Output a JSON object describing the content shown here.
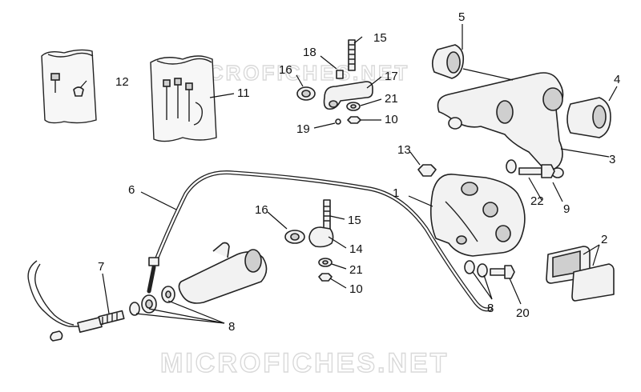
{
  "watermarks": {
    "top": "MICROFICHES.NET",
    "bottom": "MICROFICHES.NET"
  },
  "callouts": {
    "c1": "1",
    "c2": "2",
    "c3": "3",
    "c4": "4",
    "c5": "5",
    "c6": "6",
    "c7": "7",
    "c8a": "8",
    "c8b": "8",
    "c9": "9",
    "c10a": "10",
    "c10b": "10",
    "c11": "11",
    "c12": "12",
    "c13": "13",
    "c14": "14",
    "c15a": "15",
    "c15b": "15",
    "c16a": "16",
    "c16b": "16",
    "c17": "17",
    "c18": "18",
    "c19": "19",
    "c20": "20",
    "c21a": "21",
    "c21b": "21",
    "c22": "22"
  },
  "colors": {
    "ink": "#222222",
    "watermark": "#d9d9d9",
    "background": "#ffffff"
  }
}
